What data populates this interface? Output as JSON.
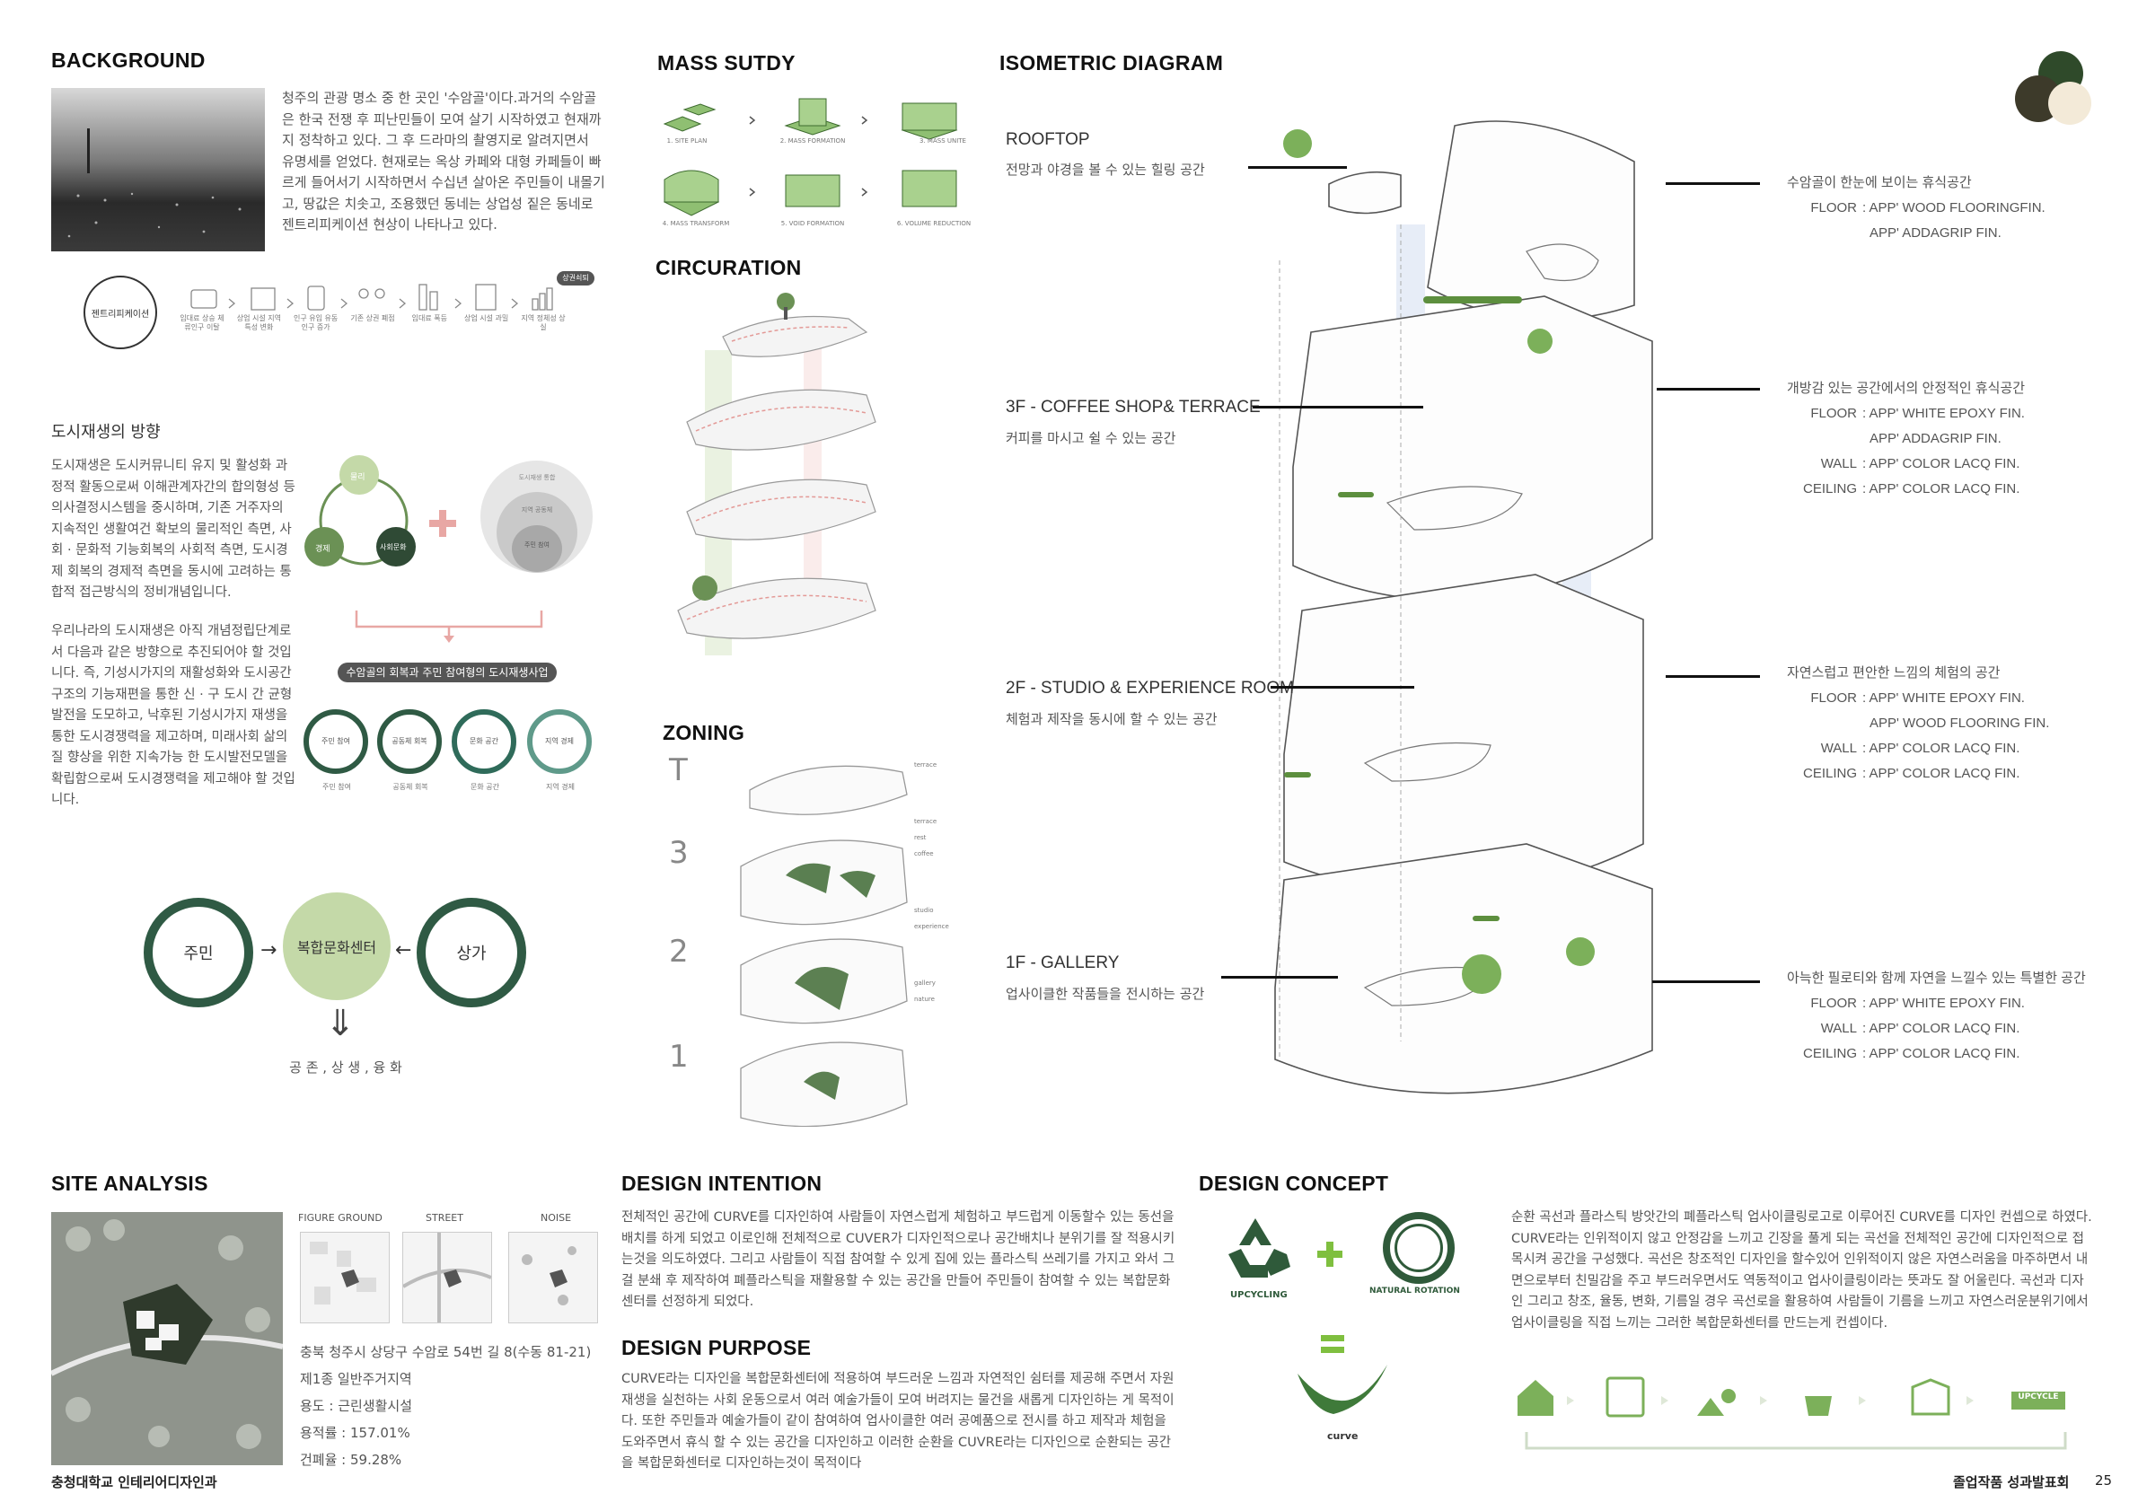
{
  "background": {
    "title": "BACKGROUND",
    "paragraph": "청주의 관광 명소 중 한 곳인 '수암골'이다.과거의 수암골은 한국 전쟁 후 피난민들이 모여 살기 시작하였고 현재까지 정착하고 있다. 그 후 드라마의 촬영지로 알려지면서 유명세를 얻었다. 현재로는 옥상 카페와 대형 카페들이 빠르게 들어서기 시작하면서 수십년 살아온 주민들이 내몰기고, 땅값은 치솟고, 조용했던 동네는 상업성 짙은 동네로 젠트리피케이션 현상이 나타나고 있다.",
    "gentrification_label": "젠트리피케이션",
    "badge": "상권쇠퇴",
    "steps": [
      "임대료 상승 체류인구 이탈",
      "상업 시설 지역 특성 변화",
      "인구 유입 유동인구 증가",
      "기존 상권 폐점",
      "임대료 폭등",
      "상업 시설 과밀",
      "지역 정체성 상실"
    ]
  },
  "urban": {
    "title": "도시재생의 방향",
    "para1": "도시재생은 도시커뮤니티 유지 및 활성화 과정적 활동으로써 이해관계자간의 합의형성 등 의사결정시스템을 중시하며, 기존 거주자의 지속적인 생활여건 확보의 물리적인 측면, 사회 · 문화적 기능회복의 사회적 측면, 도시경제 회복의 경제적 측면을 동시에 고려하는 통합적 접근방식의 정비개념입니다.",
    "para2": "우리나라의 도시재생은 아직 개념정립단계로서 다음과 같은 방향으로 추진되어야 할 것입니다. 즉, 기성시가지의 재활성화와 도시공간구조의 기능재편을 통한 신 · 구 도시 간 균형발전을 도모하고, 낙후된 기성시가지 재생을 통한 도시경쟁력을 제고하며, 미래사회 삶의 질 향상을 위한 지속가능 한 도시발전모델을 확립함으로써 도시경쟁력을 제고해야 할 것입니다.",
    "cycle": [
      "물리",
      "경제",
      "사회문화"
    ],
    "sphere": [
      "도시재생 통합",
      "지역 공동체",
      "주민 참여"
    ],
    "pill": "수암골의 회복과 주민 참여형의 도시재생사업",
    "rings": [
      "주민 참여",
      "공동체 회복",
      "문화 공간",
      "지역 경제"
    ],
    "ring_notes": [
      "주민 참여",
      "공동체 회복",
      "문화 공간",
      "지역 경제"
    ],
    "resident": "주민",
    "center": "복합문화센터",
    "commerce": "상가",
    "coexist": "공 존 ,   상 생 ,   융 화"
  },
  "mass": {
    "title": "MASS SUTDY",
    "steps": [
      "1. SITE PLAN",
      "2. MASS FORMATION",
      "3. MASS UNITE",
      "4. MASS TRANSFORM",
      "5. VOID FORMATION",
      "6. VOLUME REDUCTION"
    ]
  },
  "circulation": {
    "title": "CIRCURATION"
  },
  "zoning": {
    "title": "ZONING",
    "levels": [
      "T",
      "3",
      "2",
      "1"
    ],
    "legend": [
      "terrace",
      "terrace",
      "rest",
      "coffee",
      "studio",
      "experience",
      "gallery",
      "nature"
    ]
  },
  "iso": {
    "title": "ISOMETRIC DIAGRAM",
    "floors": [
      {
        "name": "ROOFTOP",
        "desc": "전망과 야경을 볼 수 있는 힐링 공간"
      },
      {
        "name": "3F - COFFEE SHOP& TERRACE",
        "desc": "커피를 마시고 쉴 수 있는 공간"
      },
      {
        "name": "2F - STUDIO & EXPERIENCE ROOM",
        "desc": "체험과 제작을 동시에 할 수 있는 공간"
      },
      {
        "name": "1F - GALLERY",
        "desc": "업사이클한 작품들을 전시하는 공간"
      }
    ],
    "specs": [
      {
        "title": "수암골이 한눈에 보이는 휴식공간",
        "rows": [
          [
            "FLOOR",
            ": APP' WOOD FLOORINGFIN."
          ],
          [
            "",
            "APP' ADDAGRIP FIN."
          ]
        ]
      },
      {
        "title": "개방감 있는 공간에서의 안정적인 휴식공간",
        "rows": [
          [
            "FLOOR",
            ": APP' WHITE EPOXY FIN."
          ],
          [
            "",
            "APP' ADDAGRIP FIN."
          ],
          [
            "WALL",
            ": APP' COLOR LACQ FIN."
          ],
          [
            "CEILING",
            ": APP' COLOR LACQ FIN."
          ]
        ]
      },
      {
        "title": "자연스럽고 편안한 느낌의 체험의 공간",
        "rows": [
          [
            "FLOOR",
            ": APP' WHITE EPOXY FIN."
          ],
          [
            "",
            "APP' WOOD FLOORING FIN."
          ],
          [
            "WALL",
            ": APP' COLOR LACQ FIN."
          ],
          [
            "CEILING",
            ": APP' COLOR LACQ FIN."
          ]
        ]
      },
      {
        "title": "아늑한 필로티와 함께 자연을 느낄수 있는 특별한 공간",
        "rows": [
          [
            "FLOOR",
            ": APP' WHITE EPOXY FIN."
          ],
          [
            "WALL",
            ": APP' COLOR LACQ FIN."
          ],
          [
            "CEILING",
            ": APP' COLOR LACQ FIN."
          ]
        ]
      }
    ]
  },
  "site": {
    "title": "SITE ANALYSIS",
    "maps": [
      "FIGURE GROUND",
      "STREET",
      "NOISE"
    ],
    "address": "충북 청주시 상당구 수암로 54번 길 8(수동 81-21)",
    "zone": "제1종 일반주거지역",
    "use": "용도 : 근린생활시설",
    "far": "용적률 : 157.01%",
    "bcr": "건폐율 : 59.28%"
  },
  "intention": {
    "title": "DESIGN INTENTION",
    "paragraph": "전체적인 공간에 CURVE를 디자인하여 사람들이 자연스럽게 체험하고 부드럽게 이동할수 있는 동선을 배치를 하게 되었고 이로인해 전체적으로 CUVER가 디자인적으로나 공간배치나 분위기를 잘 적용시키는것을 의도하였다. 그리고 사람들이 직접 참여할 수 있게 집에 있는 플라스틱 쓰레기를 가지고 와서 그걸 분쇄 후 제작하여 폐플라스틱을 재활용할 수 있는 공간을 만들어 주민들이 참여할 수 있는 복합문화센터를 선정하게 되었다."
  },
  "purpose": {
    "title": "DESIGN PURPOSE",
    "paragraph": "CURVE라는 디자인을 복합문화센터에 적용하여 부드러운 느낌과 자연적인 쉼터를 제공해 주면서 자원 재생을 실천하는 사회 운동으로서 여러 예술가들이 모여 버려지는 물건을 새롭게 디자인하는 게 목적이다. 또한 주민들과 예술가들이 같이 참여하여 업사이클한 여러 공예품으로 전시를 하고 제작과 체험을 도와주면서 휴식 할 수 있는 공간을 디자인하고 이러한 순환을 CUVRE라는 디자인으로 순환되는 공간을 복합문화센터로 디자인하는것이 목적이다"
  },
  "concept": {
    "title": "DESIGN CONCEPT",
    "upcycling": "UPCYCLING",
    "rotation": "NATURAL ROTATION",
    "curve": "curve",
    "paragraph": "순환 곡선과 플라스틱 방앗간의 폐플라스틱 업사이클링로고로 이루어진 CURVE를 디자인 컨셉으로 하였다. CURVE라는 인위적이지 않고 안정감을 느끼고 긴장을 풀게 되는 곡선을 전체적인 공간에 디자인적으로 접목시켜 공간을 구성했다. 곡선은 창조적인 디자인을 할수있어 인위적이지 않은 자연스러움을 마주하면서 내면으로부터 친밀감을 주고 부드러우면서도 역동적이고 업사이클링이라는 뜻과도 잘 어울린다. 곡선과 디자인 그리고 창조, 율동, 변화, 기름일 경우 곡선로을 활용하여 사람들이 기름을 느끼고 자연스러운분위기에서 업사이클링을 직접 느끼는 그러한 복합문화센터를 만드는게 컨셉이다.",
    "process_end": "UPCYCLE"
  },
  "footer": {
    "left": "충청대학교 인테리어디자인과",
    "right": "졸업작품 성과발표회",
    "page": "25"
  },
  "colors": {
    "green_dark": "#2f5a44",
    "green_mid": "#6b9155",
    "green_light": "#c4d9a8",
    "pink": "#e8a7a4",
    "olive": "#3d4e2a"
  }
}
